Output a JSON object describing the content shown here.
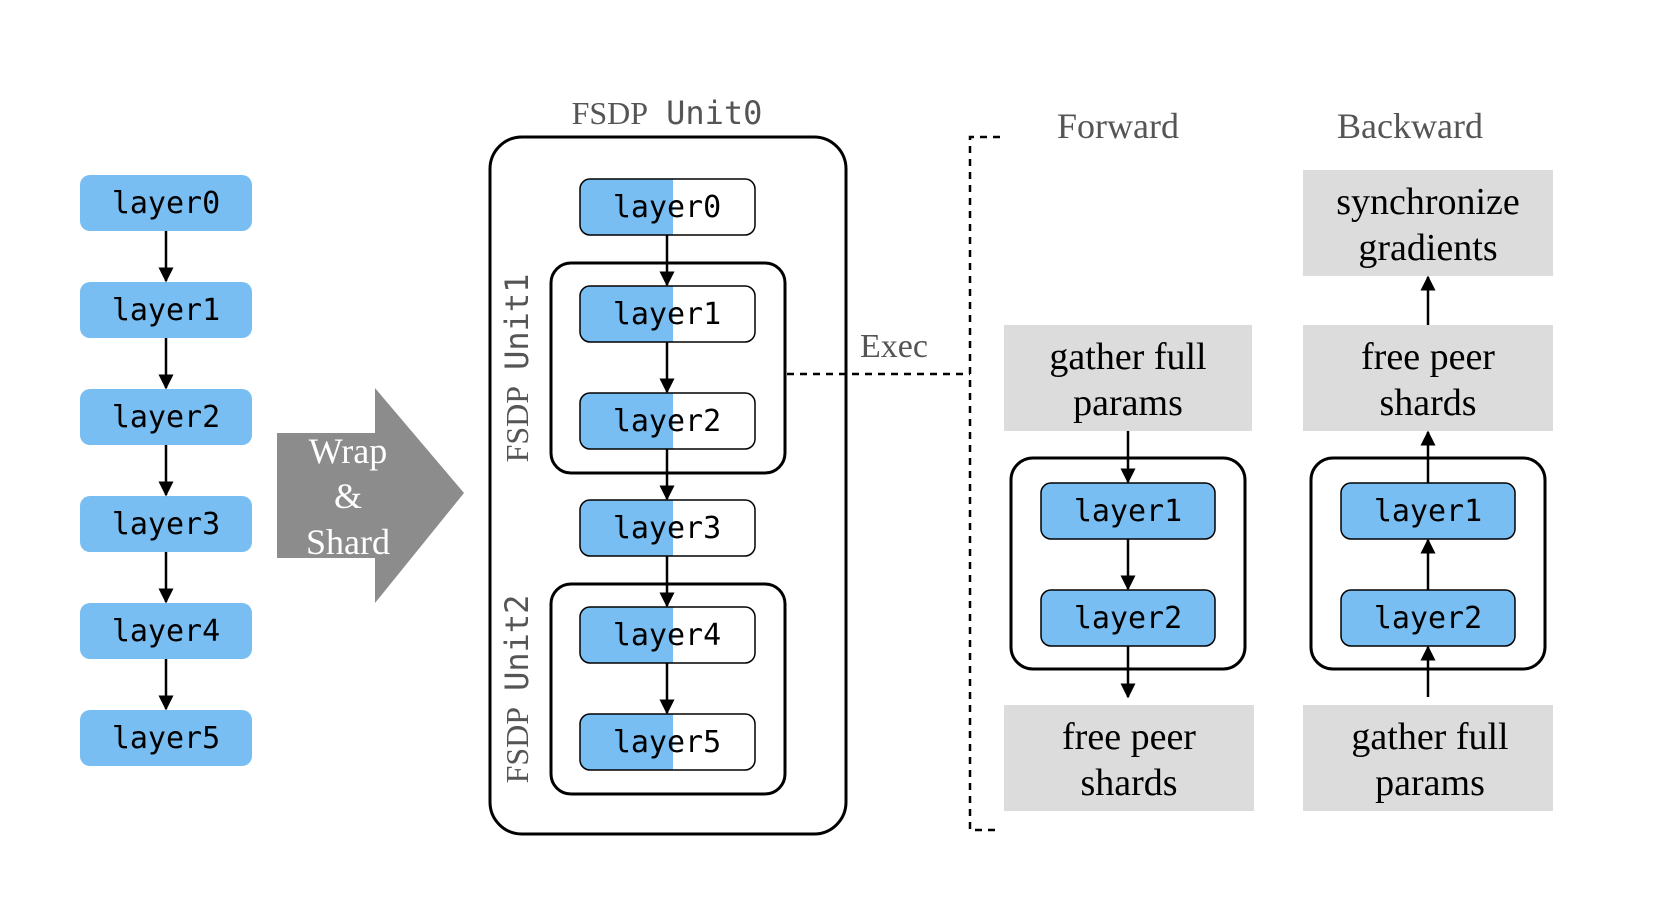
{
  "colors": {
    "layer_fill": "#79bef2",
    "arrow": "#000000",
    "wrap_arrow": "#8c8c8c",
    "op_box_fill": "#dcdcdc",
    "unit_label": "#555555",
    "header_text": "#555555"
  },
  "original_model": {
    "layers": [
      "layer0",
      "layer1",
      "layer2",
      "layer3",
      "layer4",
      "layer5"
    ]
  },
  "wrap_arrow": {
    "lines": [
      "Wrap",
      "&",
      "Shard"
    ]
  },
  "fsdp": {
    "unit0_label": {
      "prefix": "FSDP",
      "name": "Unit0"
    },
    "unit1_label": {
      "prefix": "FSDP",
      "name": "Unit1"
    },
    "unit2_label": {
      "prefix": "FSDP",
      "name": "Unit2"
    },
    "layers": [
      "layer0",
      "layer1",
      "layer2",
      "layer3",
      "layer4",
      "layer5"
    ]
  },
  "exec_label": "Exec",
  "forward": {
    "header": "Forward",
    "pre_step": [
      "gather full",
      "params"
    ],
    "layers": [
      "layer1",
      "layer2"
    ],
    "post_step": [
      "free peer",
      "shards"
    ]
  },
  "backward": {
    "header": "Backward",
    "top_step": [
      "synchronize",
      "gradients"
    ],
    "mid_step": [
      "free peer",
      "shards"
    ],
    "layers": [
      "layer1",
      "layer2"
    ],
    "bottom_step": [
      "gather full",
      "params"
    ]
  }
}
